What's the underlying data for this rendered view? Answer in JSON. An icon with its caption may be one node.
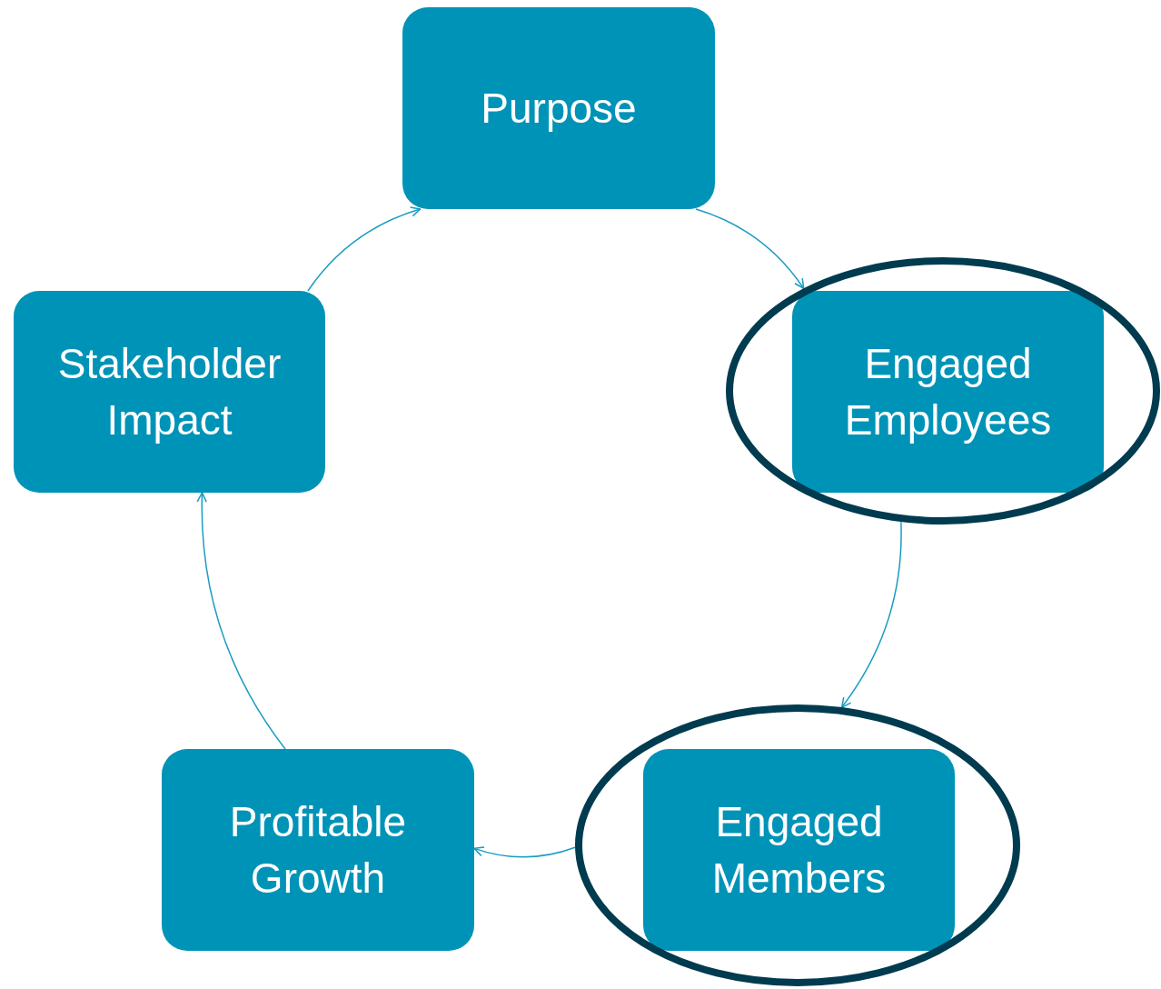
{
  "diagram": {
    "nodes": [
      {
        "text": [
          "Purpose"
        ]
      },
      {
        "text": [],
        "shape": "ellipse"
      },
      {
        "text": [
          "Engaged Employees"
        ],
        "in": 1
      },
      {
        "text": [],
        "shape": "ellipse"
      },
      {
        "text": [
          "Engaged Members"
        ],
        "in": 3
      },
      {
        "text": [
          "Profitable Growth"
        ]
      },
      {
        "text": [
          "Stakeholder Impact"
        ]
      }
    ],
    "edges": [
      {
        "from": 0,
        "to": 1,
        "arrow": "to"
      },
      {
        "from": 1,
        "to": 3,
        "arrow": "to"
      },
      {
        "from": 3,
        "to": 5,
        "arrow": "to"
      },
      {
        "from": 5,
        "to": 6,
        "arrow": "to"
      },
      {
        "from": 6,
        "to": 0,
        "arrow": "to"
      }
    ]
  }
}
